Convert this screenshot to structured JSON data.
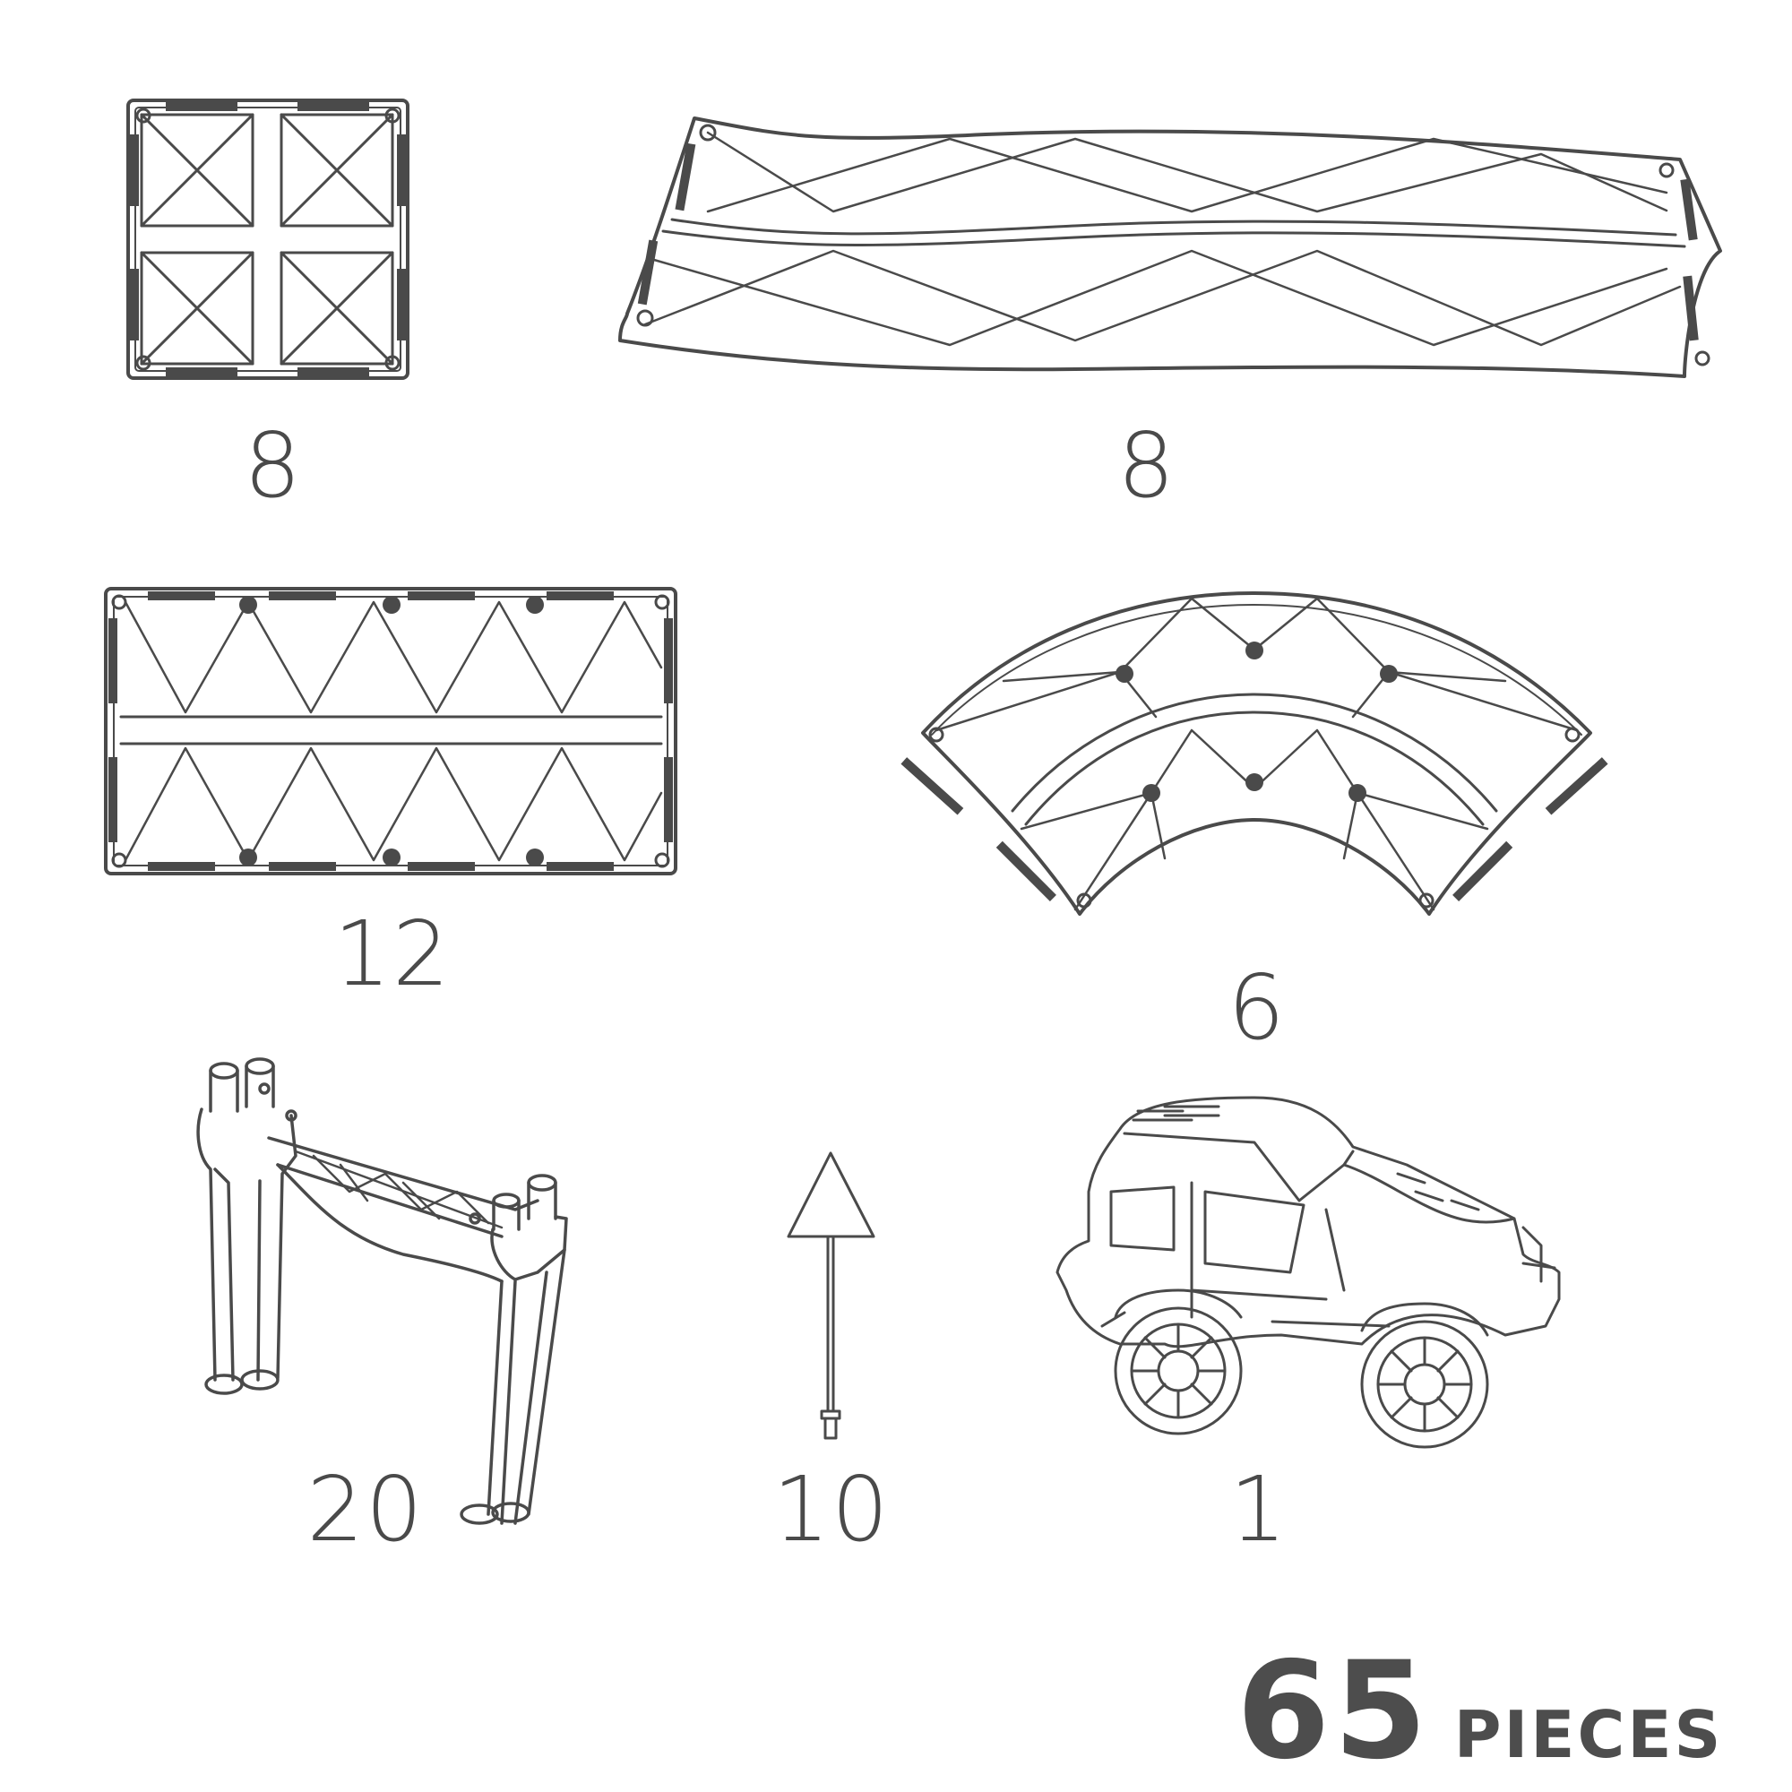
{
  "pieces": [
    {
      "icon": "square-tile-icon",
      "count": "8"
    },
    {
      "icon": "long-curved-ramp-icon",
      "count": "8"
    },
    {
      "icon": "rectangle-tile-icon",
      "count": "12"
    },
    {
      "icon": "arc-curve-track-icon",
      "count": "6"
    },
    {
      "icon": "support-pillar-icon",
      "count": "20"
    },
    {
      "icon": "triangle-sign-icon",
      "count": "10"
    },
    {
      "icon": "toy-car-icon",
      "count": "1"
    }
  ],
  "total": {
    "number": "65",
    "label": "PIECES"
  },
  "colors": {
    "line": "#4a4a4a",
    "text": "#4d4d4d",
    "background": "#ffffff"
  }
}
